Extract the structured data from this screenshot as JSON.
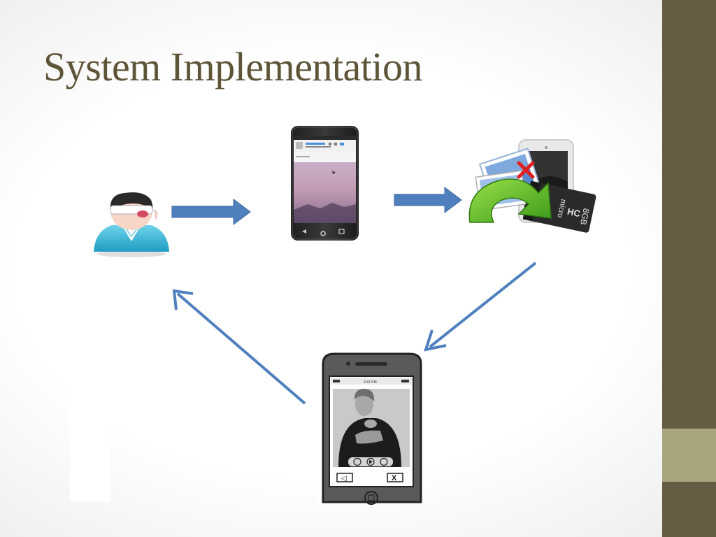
{
  "slide": {
    "title": "System Implementation"
  },
  "colors": {
    "sidebar": "#665c44",
    "sidebar_accent": "#a9a57d",
    "title": "#5e5538",
    "arrow": "#4f7fbd"
  },
  "phone_bottom": {
    "status_time": "9:41 PM",
    "back_label": "◁",
    "close_label": "X"
  }
}
